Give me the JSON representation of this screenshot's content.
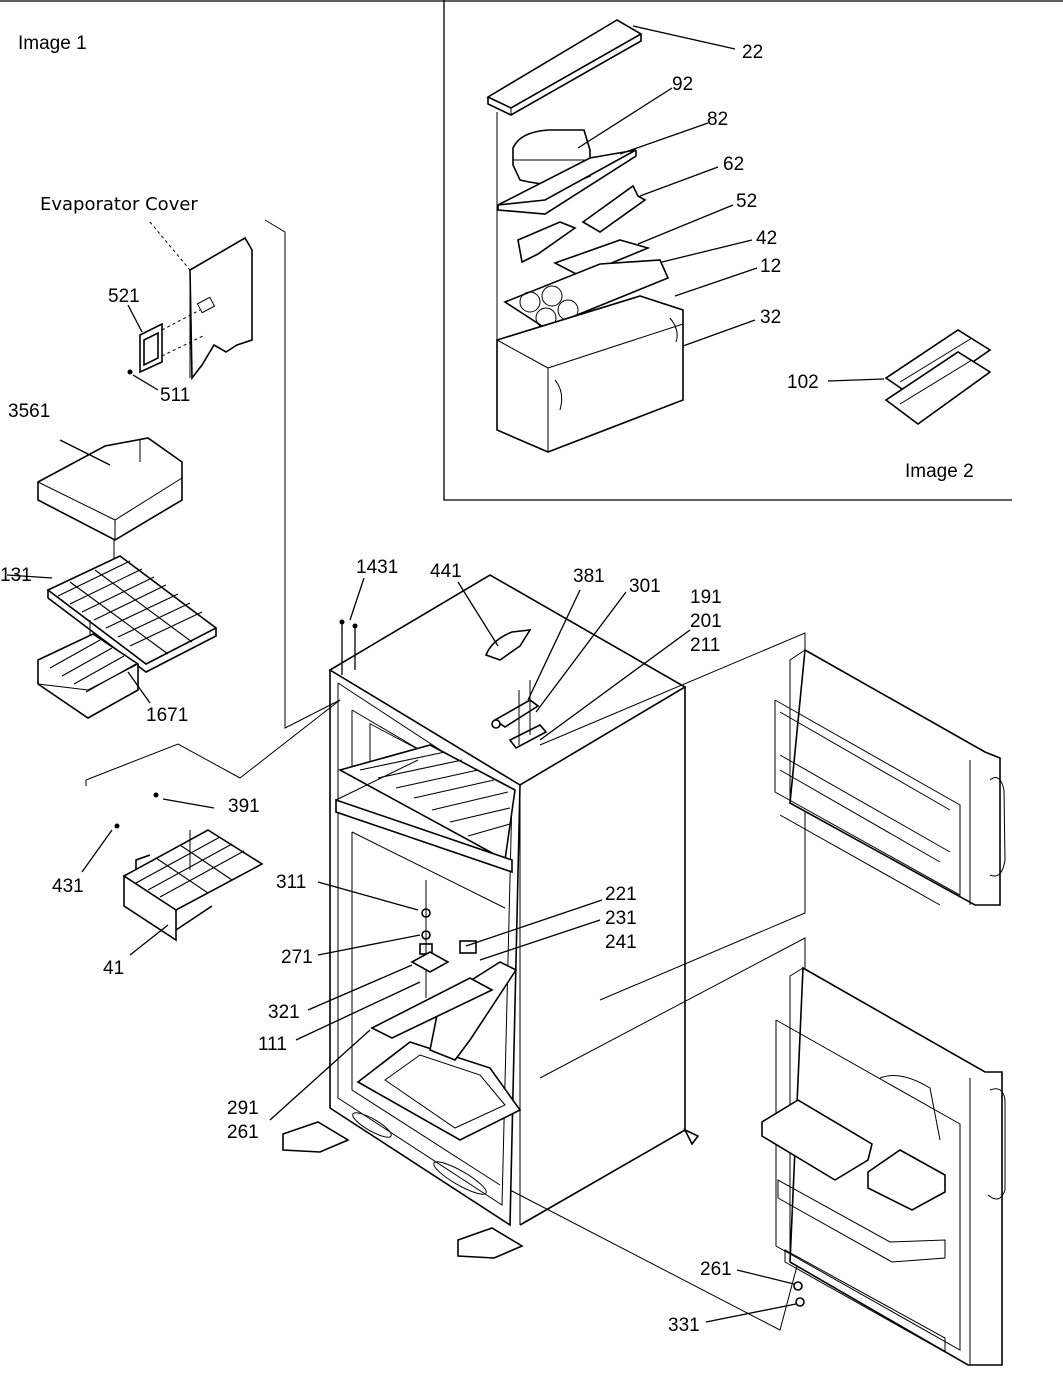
{
  "images": {
    "image1": "Image 1",
    "image2": "Image 2"
  },
  "evaporator_cover": "Evaporator Cover",
  "callouts": {
    "p22": "22",
    "p92": "92",
    "p82": "82",
    "p62": "62",
    "p52": "52",
    "p42": "42",
    "p12": "12",
    "p32": "32",
    "p102": "102",
    "p521": "521",
    "p511": "511",
    "p3561": "3561",
    "p131": "131",
    "p1671": "1671",
    "p1431": "1431",
    "p441": "441",
    "p381": "381",
    "p301": "301",
    "p191": "191",
    "p201": "201",
    "p211": "211",
    "p391": "391",
    "p431": "431",
    "p41": "41",
    "p311": "311",
    "p271": "271",
    "p321": "321",
    "p111": "111",
    "p221": "221",
    "p231": "231",
    "p241": "241",
    "p291": "291",
    "p261a": "261",
    "p261b": "261",
    "p331": "331"
  }
}
